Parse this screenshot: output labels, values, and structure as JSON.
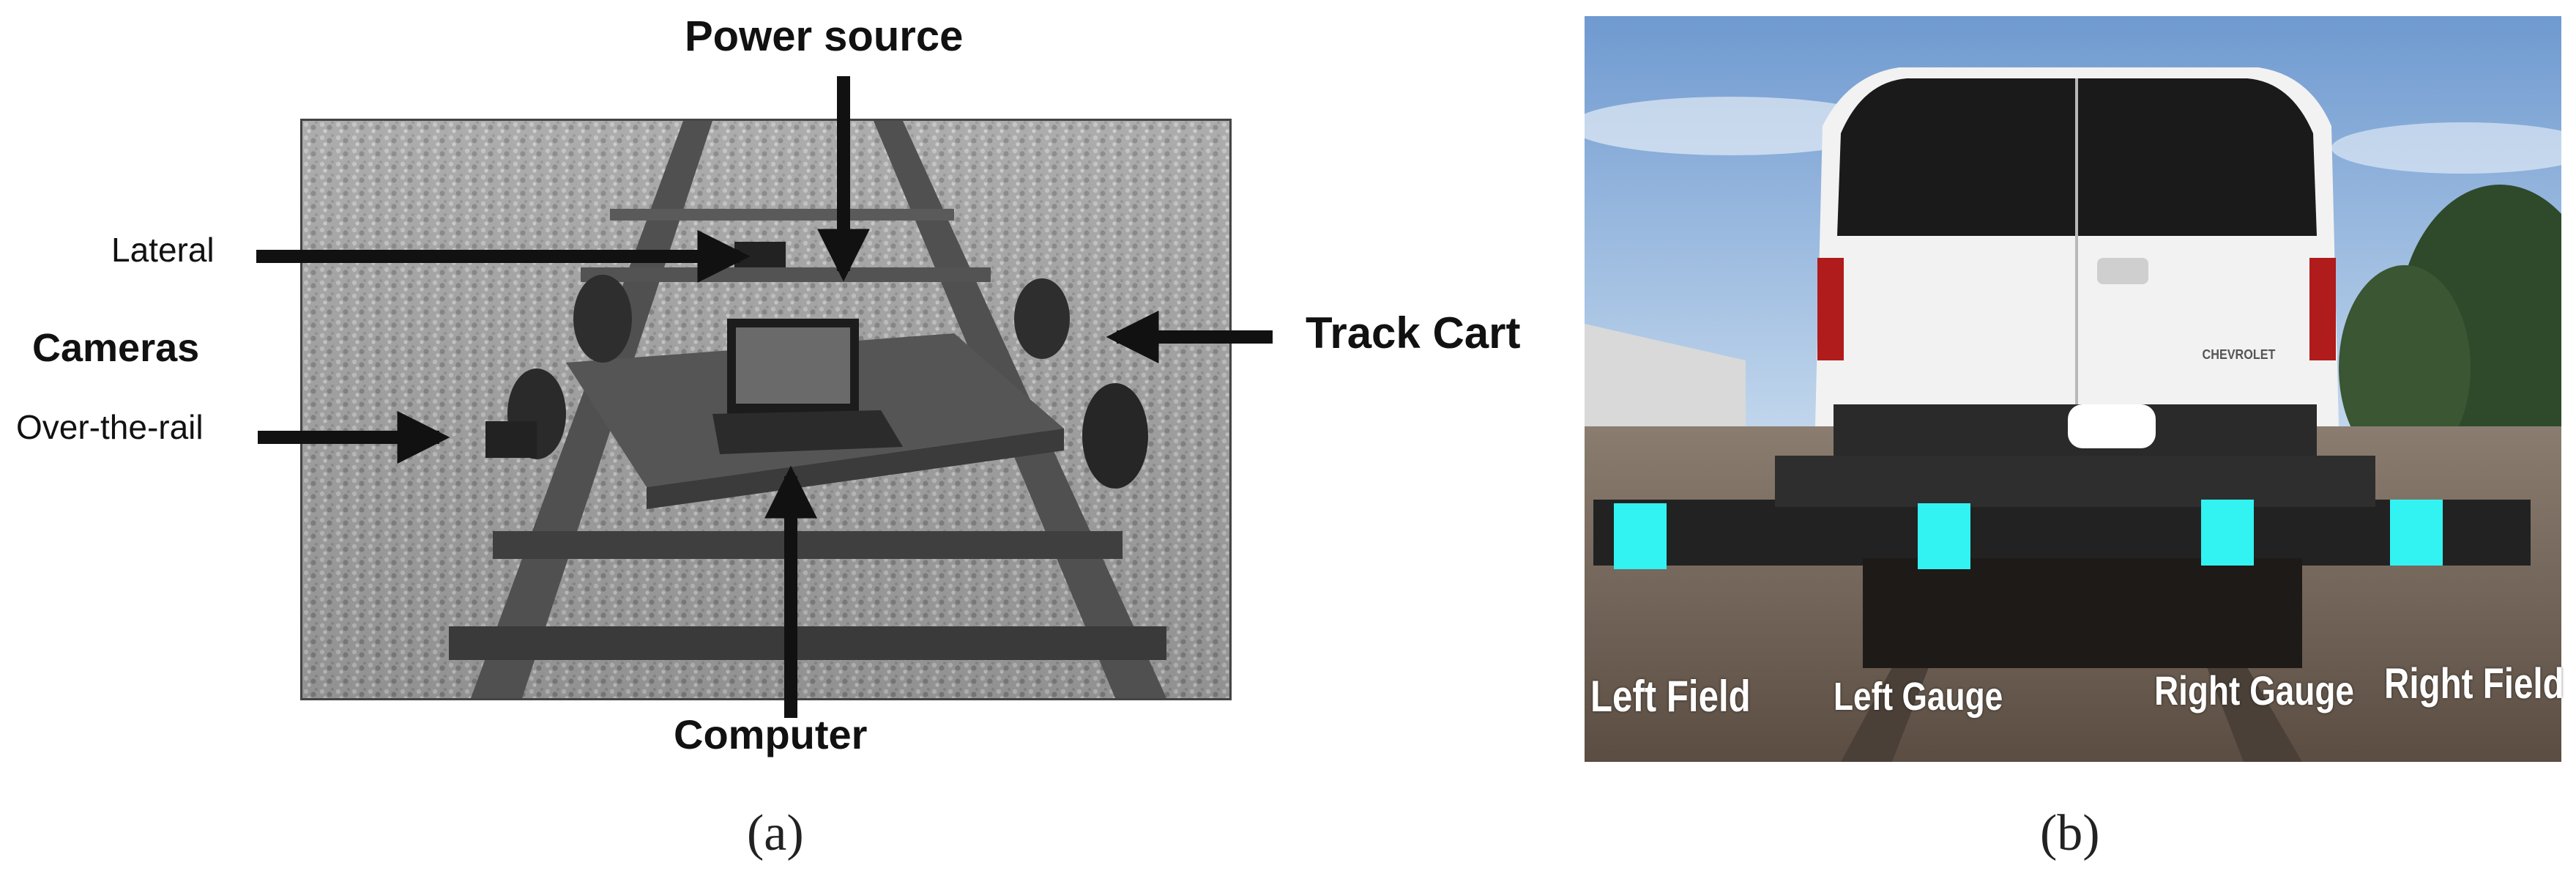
{
  "panel_a": {
    "labels": {
      "power_source": "Power source",
      "lateral": "Lateral",
      "cameras": "Cameras",
      "over_the_rail": "Over-the-rail",
      "track_cart": "Track Cart",
      "computer": "Computer"
    },
    "caption": "(a)"
  },
  "panel_b": {
    "labels": {
      "left_field": "Left Field",
      "left_gauge": "Left Gauge",
      "right_gauge": "Right Gauge",
      "right_field": "Right Field"
    },
    "vehicle_badge": "CHEVROLET",
    "caption": "(b)"
  },
  "colors": {
    "sensor_marker": "#33f2f2",
    "sky": "#8fb3dc",
    "arrow": "#111111"
  }
}
